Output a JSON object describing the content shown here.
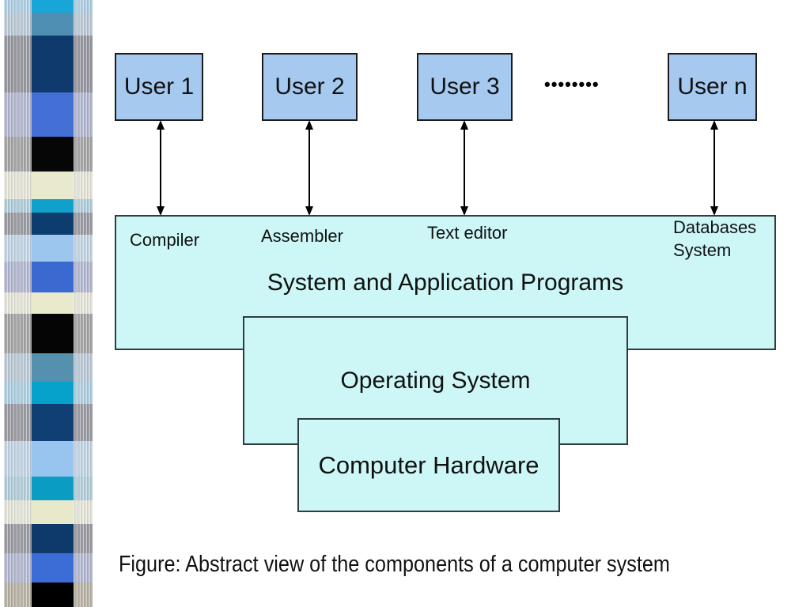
{
  "slide": {
    "users": [
      "User 1",
      "User 2",
      "User 3",
      "User n"
    ],
    "ellipsis": "••••••••",
    "system_panel": {
      "title": "System and Application Programs",
      "programs": {
        "compiler": "Compiler",
        "assembler": "Assembler",
        "text_editor": "Text editor",
        "databases": "Databases System"
      }
    },
    "operating_system": "Operating System",
    "computer_hardware": "Computer Hardware",
    "caption": "Figure: Abstract view of the components of a computer system"
  },
  "colors": {
    "background": "#ffffff",
    "user_box_fill": "#a6c9f0",
    "panel_fill": "#cdf7f7",
    "box_border": "#1f2d2d",
    "arrow": "#000000"
  },
  "sidebar": {
    "bands": [
      {
        "h": 16,
        "mid": "#18a5d8",
        "side": "#aecde0"
      },
      {
        "h": 29,
        "mid": "#4f8fb3",
        "side": "#bac9d5"
      },
      {
        "h": 72,
        "mid": "#0e3a6e",
        "side": "#97979f"
      },
      {
        "h": 56,
        "mid": "#4470d6",
        "side": "#b3b7cf"
      },
      {
        "h": 44,
        "mid": "#060606",
        "side": "#a5a5a5"
      },
      {
        "h": 35,
        "mid": "#e9eacd",
        "side": "#e3e3d8"
      },
      {
        "h": 17,
        "mid": "#10a0cc",
        "side": "#b0ccd8"
      },
      {
        "h": 28,
        "mid": "#0d3c6e",
        "side": "#9b9ba3"
      },
      {
        "h": 34,
        "mid": "#9cc6ee",
        "side": "#c2d3e2"
      },
      {
        "h": 39,
        "mid": "#3a6ad0",
        "side": "#b3b7cf"
      },
      {
        "h": 27,
        "mid": "#e9e9cc",
        "side": "#e3e3d8"
      },
      {
        "h": 50,
        "mid": "#050505",
        "side": "#a5a5a5"
      },
      {
        "h": 36,
        "mid": "#5590ae",
        "side": "#bac9d5"
      },
      {
        "h": 28,
        "mid": "#07a2cc",
        "side": "#aecde0"
      },
      {
        "h": 47,
        "mid": "#103f73",
        "side": "#9b9ba3"
      },
      {
        "h": 45,
        "mid": "#98c4f0",
        "side": "#c2d3e2"
      },
      {
        "h": 30,
        "mid": "#0a9cc2",
        "side": "#b2cdd8"
      },
      {
        "h": 30,
        "mid": "#e8e9cb",
        "side": "#e3e3d8"
      },
      {
        "h": 37,
        "mid": "#0d3a6b",
        "side": "#9b9ba3"
      },
      {
        "h": 37,
        "mid": "#3c6cd6",
        "side": "#b3b7cf"
      },
      {
        "h": 31,
        "mid": "#000000",
        "side": "#b8b2a4"
      }
    ]
  }
}
